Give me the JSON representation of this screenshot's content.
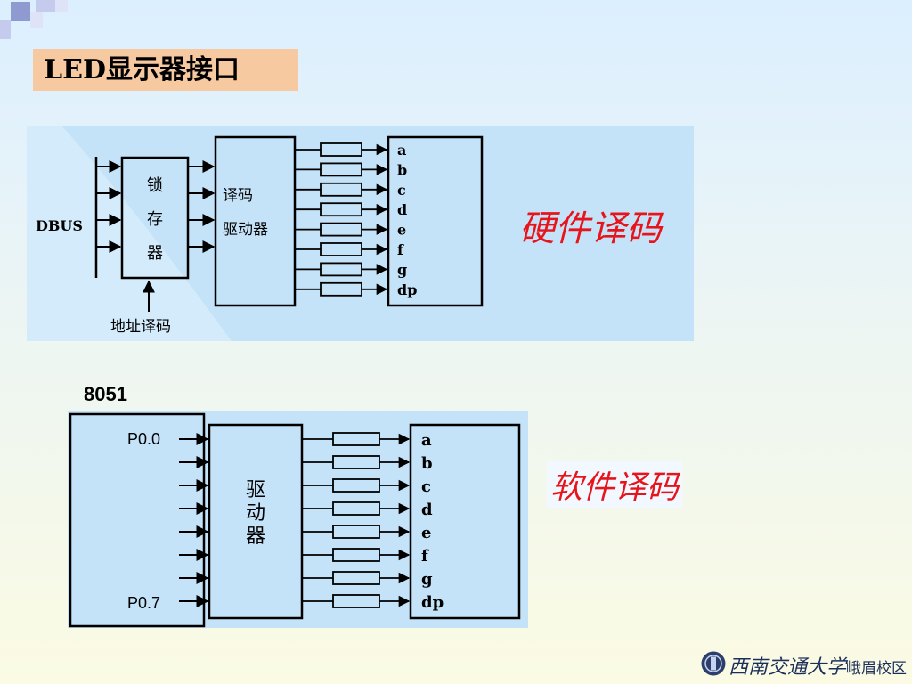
{
  "slide": {
    "title": "LED显示器接口",
    "footer": {
      "school": "西南交通大学",
      "campus": "峨眉校区"
    }
  },
  "hardware_diagram": {
    "bus_label": "DBUS",
    "latch_chars": [
      "锁",
      "存",
      "器"
    ],
    "address_label": "地址译码",
    "decoder_lines": [
      "译码",
      "驱动器"
    ],
    "segments": [
      "a",
      "b",
      "c",
      "d",
      "e",
      "f",
      "g",
      "dp"
    ],
    "annotation": "硬件译码"
  },
  "software_diagram": {
    "chip_label": "8051",
    "port_first": "P0.0",
    "port_last": "P0.7",
    "driver_chars": [
      "驱",
      "动",
      "器"
    ],
    "segments": [
      "a",
      "b",
      "c",
      "d",
      "e",
      "f",
      "g",
      "dp"
    ],
    "annotation": "软件译码"
  },
  "colors": {
    "title_bg": "#f7c9a0",
    "panel_bg": "#c5e3f8",
    "annotation_red": "#e8141c"
  },
  "icons": [
    "corner-squares-decoration",
    "university-emblem-icon"
  ]
}
